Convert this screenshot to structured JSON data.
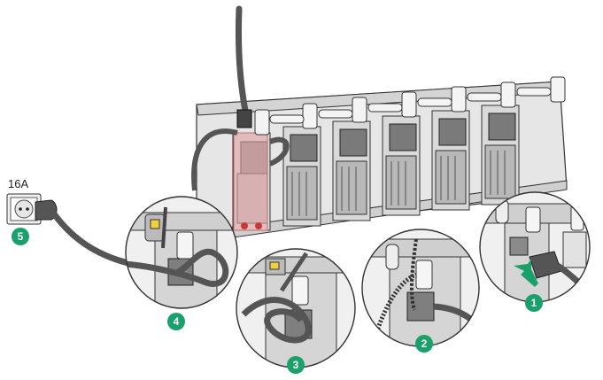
{
  "diagram": {
    "outlet_rating": "16A",
    "steps": [
      {
        "number": "1",
        "target": "power-module-socket"
      },
      {
        "number": "2",
        "target": "cable-tie-anchor"
      },
      {
        "number": "3",
        "target": "cable-loop-strap"
      },
      {
        "number": "4",
        "target": "retention-clip"
      },
      {
        "number": "5",
        "target": "wall-outlet"
      }
    ],
    "colors": {
      "step_badge": "#1aa06a",
      "arrow": "#1aa06a",
      "highlight": "#e8a8a8",
      "chassis": "#dcdcdc",
      "cable": "#555555"
    },
    "icons": [
      "power-module-icon",
      "power-plug-icon",
      "wall-outlet-icon",
      "cable-tie-icon",
      "insert-arrow-icon"
    ]
  }
}
